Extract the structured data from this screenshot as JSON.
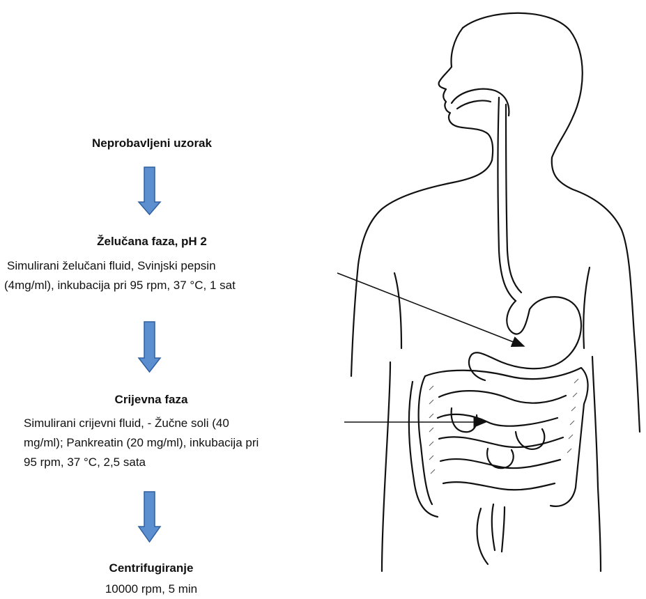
{
  "steps": [
    {
      "title": "Neprobavljeni uzorak",
      "lines": []
    },
    {
      "title": "Želučana faza, pH 2",
      "lines": [
        "Simulirani želučani fluid, Svinjski pepsin",
        "(4mg/ml), inkubacija pri 95 rpm, 37 °C, 1 sat"
      ]
    },
    {
      "title": "Crijevna faza",
      "lines": [
        "Simulirani crijevni fluid,  - Žučne soli (40",
        "mg/ml); Pankreatin (20 mg/ml), inkubacija pri",
        "95 rpm, 37 °C, 2,5 sata"
      ]
    },
    {
      "title": "Centrifugiranje",
      "lines": [
        "10000 rpm, 5 min"
      ]
    }
  ],
  "colors": {
    "arrow_fill": "#5b8fd0",
    "arrow_stroke": "#2f5f9e",
    "line": "#111111"
  },
  "illustration": {
    "name": "human-digestive-system-illustration"
  }
}
